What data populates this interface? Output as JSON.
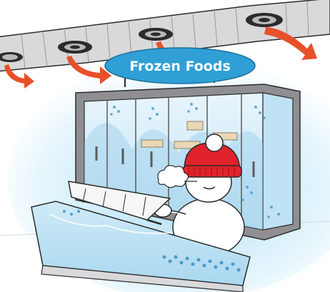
{
  "sign": {
    "text": "Frozen Foods"
  },
  "colors": {
    "duct": "#d9d9db",
    "vent": "#2b2b2b",
    "arrow": "#e8502a",
    "sign": "#2f9fd6",
    "glow": "#bfe6f8",
    "case_frame": "#8f8f93",
    "glass": "#cfe9f7",
    "frost": "#9bcfea",
    "hat": "#e0232b",
    "snowman": "#ffffff"
  },
  "icons": [
    "air-duct",
    "air-vent",
    "airflow-arrow",
    "freezer-case",
    "snowman",
    "red-knit-hat",
    "breath-cloud",
    "open-freezer-chest"
  ]
}
